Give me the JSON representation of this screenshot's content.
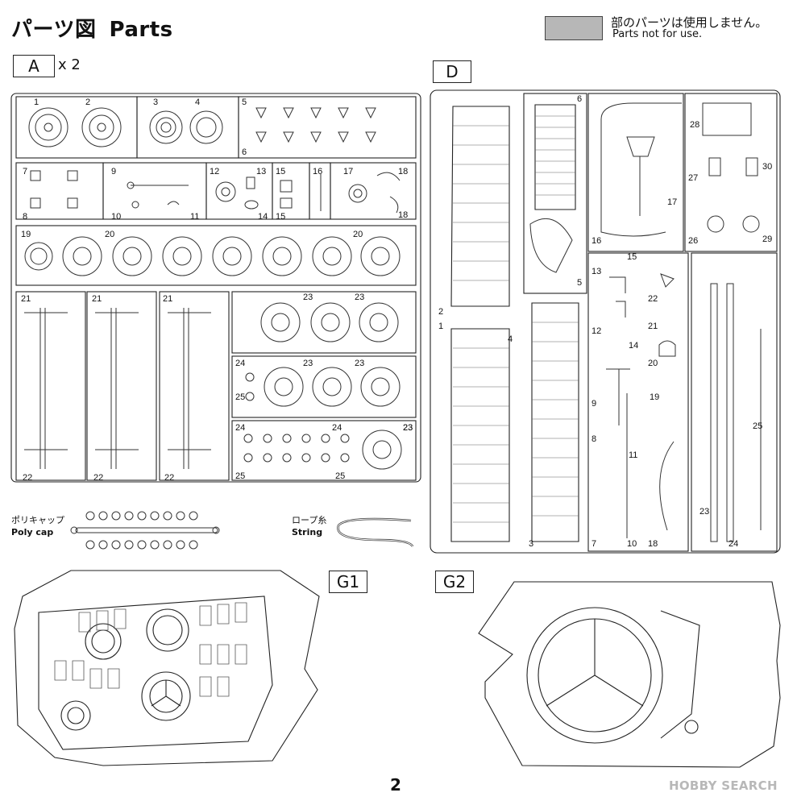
{
  "page": {
    "title_jp": "パーツ図",
    "title_en": "Parts",
    "page_number": "2"
  },
  "legend": {
    "swatch_color": "#b7b7b7",
    "text_jp": "部のパーツは使用しません。",
    "text_en": "Parts not for use."
  },
  "sprues": {
    "a": {
      "label": "A",
      "multiplier": "x 2"
    },
    "d": {
      "label": "D"
    },
    "g1": {
      "label": "G1"
    },
    "g2": {
      "label": "G2"
    }
  },
  "accessories": {
    "poly_cap_jp": "ポリキャップ",
    "poly_cap_en": "Poly cap",
    "string_jp": "ロープ糸",
    "string_en": "String"
  },
  "part_numbers": {
    "a": [
      "1",
      "2",
      "3",
      "4",
      "5",
      "6",
      "7",
      "8",
      "9",
      "10",
      "11",
      "12",
      "13",
      "14",
      "15",
      "15",
      "16",
      "17",
      "18",
      "18",
      "19",
      "20",
      "20",
      "21",
      "21",
      "21",
      "22",
      "22",
      "22",
      "23",
      "23",
      "23",
      "23",
      "23",
      "24",
      "25",
      "24",
      "24",
      "23",
      "25",
      "25"
    ],
    "d": [
      "6",
      "28",
      "1",
      "2",
      "4",
      "5",
      "3",
      "17",
      "16",
      "27",
      "30",
      "26",
      "29",
      "13",
      "15",
      "12",
      "14",
      "22",
      "21",
      "20",
      "19",
      "9",
      "8",
      "11",
      "7",
      "10",
      "18",
      "25",
      "23",
      "24"
    ]
  },
  "watermark": {
    "text": "HOBBY SEARCH"
  }
}
